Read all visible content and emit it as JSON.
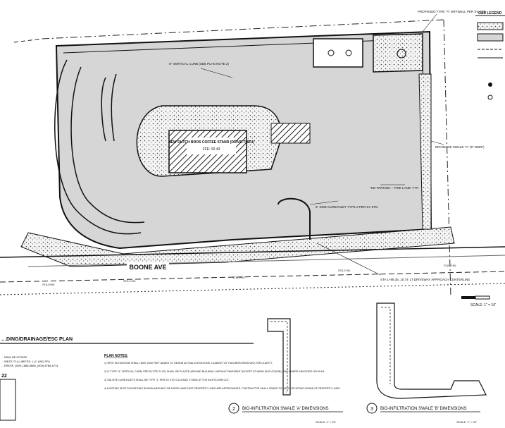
{
  "sheet": {
    "plan_title": "…DING/DRAINAGE/ESC PLAN",
    "legend_title": "G&D LEGEND",
    "sheet_no": "22"
  },
  "site": {
    "street_name": "BOONE AVE",
    "building_label": "NEW DUTCH BROS COFFEE STAND (DRIVE-THRU)",
    "building_ffe": "FFE: 92.43",
    "no_parking_note": "\"NO PARKING – FIRE LANE\" TYP.",
    "curb_inlet_note": "6\" SIDE CURB INLET TYPE 2 PER SV STD",
    "vertical_curb_note": "6\" VERTICAL CURB (SEE PLAN NOTE 2)",
    "drywell_note": "PROPOSED TYPE \"A\" DRYWELL PER SV STD",
    "swale_note": "DRAINAGE SWALE \"A\" (6\" DEEP)",
    "approach_note": "STA 1+88.35, 15.74' LT DRIVEWAY APPROACH CENTERLINE"
  },
  "plan_notes": {
    "title": "PLAN NOTES:",
    "items": [
      "1) SPOT ELEVATIONS SHALL HAVE 2000 FEET ADDED TO OBTAIN ACTUAL ELEVATIONS. LEADING \"20\" HAS BEEN REMOVED FOR CLARITY.",
      "2) 6\" TYPE \"A\" VERTICAL CURB, PER SV STD S-115, SHALL BE PLACED AROUND BUILDING, ASPHALT PAVEMENT (EXCEPT AT WASH ENCLOSURE), AND WHERE INDICATED ON PLAN.",
      "3) SW-SITE CURB INLETS SHALL BE TYPE \"1\" PER SV STD S-115 AND 3' WIDE AT THE INLET/CURB CUT.",
      "4) EXISTING SPOT ELEVATIONS SHOWN AROUND THE NORTH AND EAST PROPERTY LINES ARE APPROXIMATE. CONTRACTOR SHALL GRADE TO MATCH EXISTING GRADE AT PROPERTY LINES."
    ]
  },
  "owner_block": [
    "…NING BE ESTATE",
    "…WEST, FLA LIMITED, LLC AND SFA",
    "…ERKSF, (509) 1888-8888, (509) 8786-8714"
  ],
  "details": [
    {
      "number": "2",
      "title": "BIO-INFILTRATION SWALE 'A' DIMENSIONS",
      "scale": "SCALE: 1\" = 20'"
    },
    {
      "number": "3",
      "title": "BIO-INFILTRATION SWALE 'B' DIMENSIONS",
      "scale": "SCALE: 1\" = 20'"
    }
  ],
  "main_scale": "SCALE: 1\" = 10'",
  "stations": [
    "STA 0+50",
    "STA 1+00",
    "STA 1+50",
    "STA 2+00",
    "STA 2+50"
  ],
  "colors": {
    "line": "#111111",
    "pavement": "#d6d6d6",
    "gravel": "#efefef",
    "paper": "#ffffff"
  }
}
